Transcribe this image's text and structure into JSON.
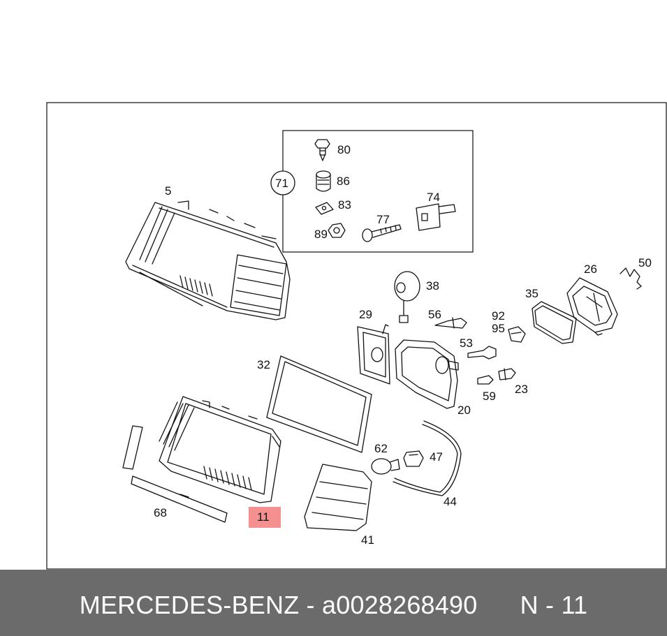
{
  "callouts": {
    "c5": "5",
    "c71": "71",
    "c80": "80",
    "c86": "86",
    "c83": "83",
    "c89": "89",
    "c77": "77",
    "c74": "74",
    "c38": "38",
    "c29": "29",
    "c56": "56",
    "c92": "92",
    "c95": "95",
    "c35": "35",
    "c26": "26",
    "c50": "50",
    "c53": "53",
    "c32": "32",
    "c20": "20",
    "c59": "59",
    "c23": "23",
    "c62": "62",
    "c47": "47",
    "c44": "44",
    "c68": "68",
    "c11": "11",
    "c41": "41"
  },
  "highlight": {
    "part": "11",
    "color": "#f59090"
  },
  "footer": {
    "brand": "MERCEDES-BENZ",
    "separator": " - ",
    "part_number": "a0028268490",
    "position_label": "N - 11"
  }
}
